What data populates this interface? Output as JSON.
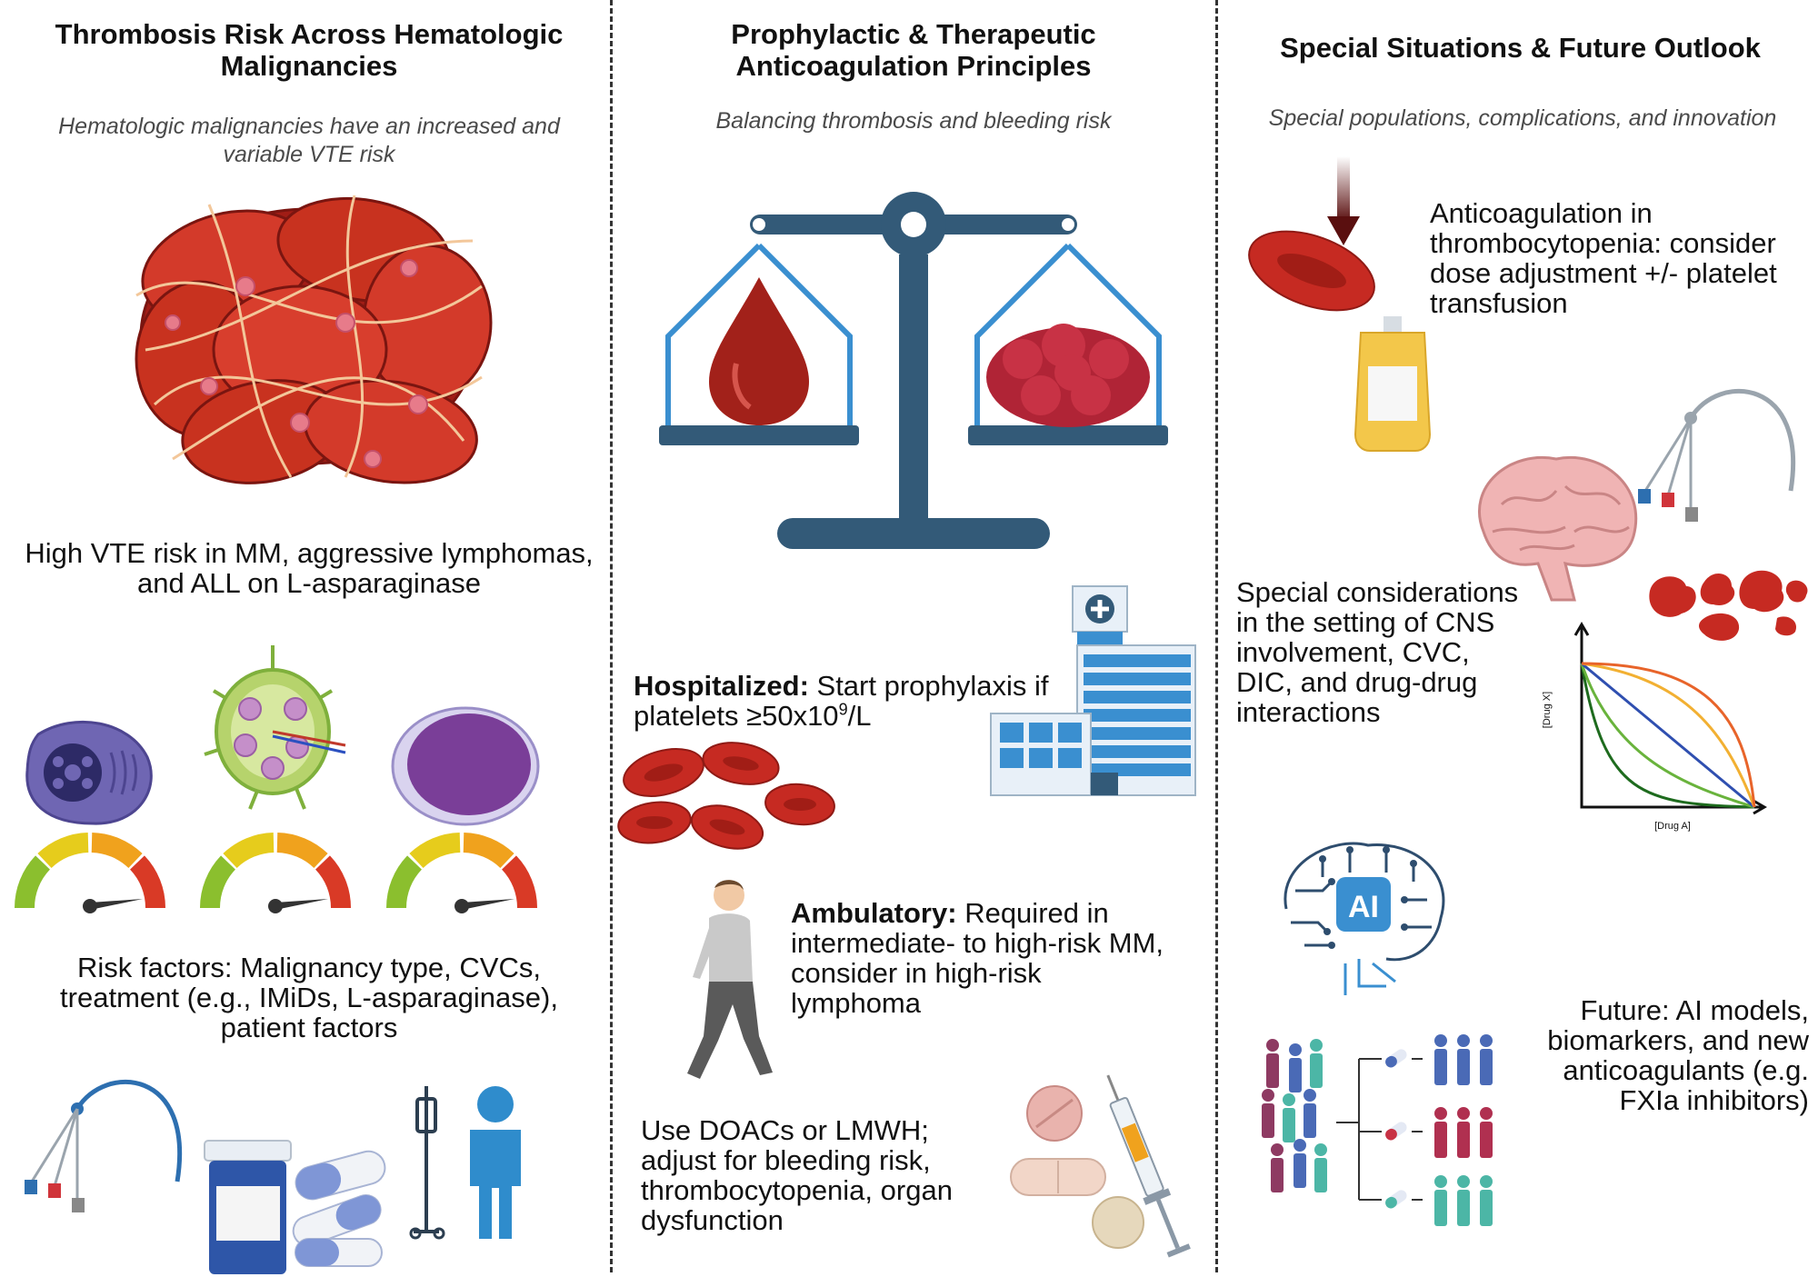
{
  "col1": {
    "title": "Thrombosis Risk Across Hematologic Malignancies",
    "subtitle": "Hematologic malignancies have an increased and variable VTE risk",
    "risk_text": "High VTE risk in MM, aggressive lymphomas, and ALL on L-asparaginase",
    "factors_text": "Risk factors: Malignancy type, CVCs, treatment (e.g., IMiDs, L-asparaginase), patient factors"
  },
  "col2": {
    "title": "Prophylactic & Therapeutic Anticoagulation Principles",
    "subtitle": "Balancing thrombosis and bleeding risk",
    "hospitalized_label": "Hospitalized:",
    "hospitalized_text": " Start prophylaxis if platelets ≥50x10",
    "hospitalized_sup": "9",
    "hospitalized_unit": "/L",
    "ambulatory_label": "Ambulatory:",
    "ambulatory_text": " Required in intermediate- to high-risk MM, consider in high-risk lymphoma",
    "doac_text": "Use DOACs or LMWH; adjust for bleeding risk, thrombocytopenia, organ dysfunction"
  },
  "col3": {
    "title": "Special Situations & Future Outlook",
    "subtitle": "Special populations, complications, and innovation",
    "thrombo_text": "Anticoagulation in thrombocytopenia: consider dose adjustment +/- platelet transfusion",
    "special_text": "Special considerations in the setting of CNS involvement, CVC, DIC, and drug-drug interactions",
    "graph_ylabel": "[Drug X]",
    "graph_xlabel": "[Drug A]",
    "ai_label": "AI",
    "future_text": "Future: AI models, biomarkers, and new anticoagulants (e.g. FXIa inhibitors)"
  },
  "colors": {
    "blood_red": "#c62a22",
    "scale_blue": "#335a78",
    "frame_blue": "#3a8fd0",
    "person_blue": "#2f8ccc"
  }
}
